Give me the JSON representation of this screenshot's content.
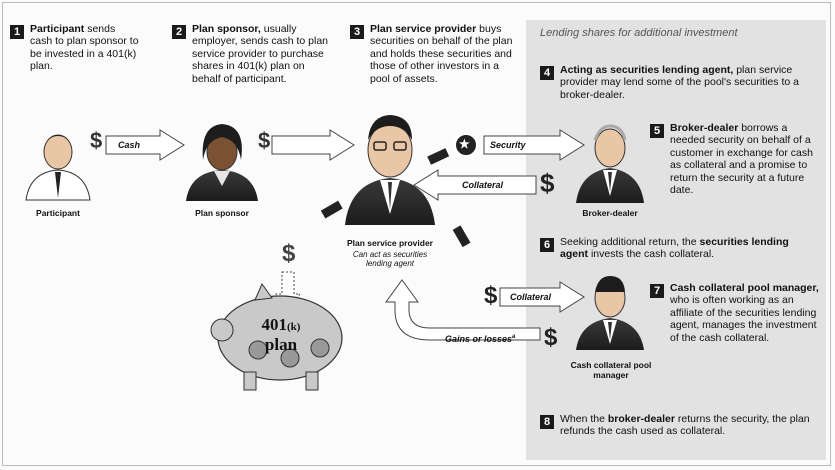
{
  "panel_title": "Lending shares for additional investment",
  "steps": [
    {
      "num": "1",
      "bold": "Participant",
      "text": "sends cash to plan sponsor to be invested in a 401(k) plan."
    },
    {
      "num": "2",
      "bold": "Plan sponsor,",
      "text": "usually employer, sends cash to plan service provider to purchase shares in 401(k) plan on behalf of participant."
    },
    {
      "num": "3",
      "bold": "Plan service provider",
      "text": "buys securities on behalf of the plan and holds these securities and those of other investors in a pool of assets."
    },
    {
      "num": "4",
      "bold": "Acting as securities lending agent,",
      "text": "plan service provider may lend some of the pool's securities to a broker-dealer."
    },
    {
      "num": "5",
      "bold": "Broker-dealer",
      "text": "borrows a needed security on behalf of a customer in exchange for cash as collateral and a promise to return the security at a future date."
    },
    {
      "num": "6",
      "pre": "Seeking additional return, the",
      "bold": "securities lending agent",
      "text": "invests the cash collateral."
    },
    {
      "num": "7",
      "bold": "Cash collateral pool manager,",
      "text": "who is often working as an affiliate of the securities lending agent, manages the investment of the cash collateral."
    },
    {
      "num": "8",
      "pre": "When the",
      "bold": "broker-dealer",
      "text": "returns the security, the plan refunds the cash used as collateral."
    }
  ],
  "figures": {
    "participant": "Participant",
    "plan_sponsor": "Plan sponsor",
    "service_provider": "Plan service provider",
    "service_provider_sub": "Can act as securities lending agent",
    "broker_dealer": "Broker-dealer",
    "pool_manager": "Cash collateral pool manager"
  },
  "arrows": {
    "cash": "Cash",
    "security": "Security",
    "collateral_back": "Collateral",
    "collateral_out": "Collateral",
    "gains": "Gains or losses",
    "gains_sup": "a"
  },
  "piggy": {
    "line1": "401",
    "line1_sub": "(k)",
    "line2": "plan"
  },
  "symbols": {
    "dollar": "$",
    "star": "★"
  },
  "colors": {
    "panel": "#e2e2e2",
    "badge": "#1a1a1a",
    "arrow_fill": "#ffffff",
    "arrow_stroke": "#444444",
    "piggy": "#c9c9c9"
  }
}
